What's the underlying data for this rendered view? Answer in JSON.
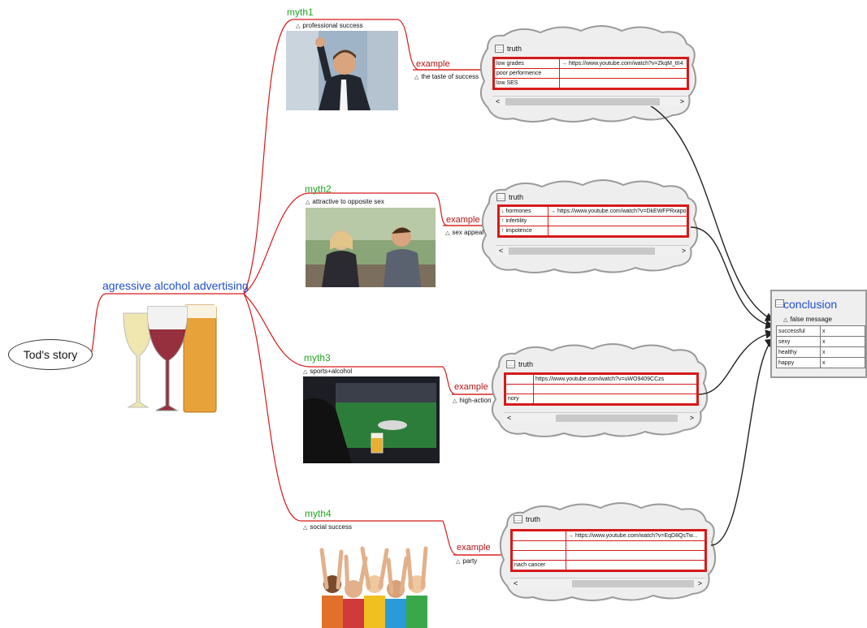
{
  "root": {
    "label": "Tod's story"
  },
  "topic": {
    "label": "agressive alcohol advertising"
  },
  "truth_label": "truth",
  "branches": [
    {
      "myth": "myth1",
      "subtitle": "professional success",
      "example": "example",
      "example_sub": "the taste of success",
      "rows": [
        [
          "low grades",
          "→ https://www.youtube.com/watch?v=ZkqM_tII4"
        ],
        [
          "poor performence",
          ""
        ],
        [
          "low SES",
          ""
        ]
      ]
    },
    {
      "myth": "myth2",
      "subtitle": "attractive to opposite sex",
      "example": "example",
      "example_sub": "sex appeal",
      "rows": [
        [
          "↓ hormones",
          "→ https://www.youtube.com/watch?v=DkEWFPRxapo"
        ],
        [
          "↑ infertility",
          ""
        ],
        [
          "↑ impotence",
          ""
        ]
      ]
    },
    {
      "myth": "myth3",
      "subtitle": "sports+alcohol",
      "example": "example",
      "example_sub": "high-action",
      "rows": [
        [
          "",
          "https://www.youtube.com/watch?v=uWO9409CCzs"
        ],
        [
          "",
          ""
        ],
        [
          "nory",
          ""
        ]
      ]
    },
    {
      "myth": "myth4",
      "subtitle": "social success",
      "example": "example",
      "example_sub": "party",
      "rows": [
        [
          "",
          "→ https://www.youtube.com/watch?v=EqD8QsTw..."
        ],
        [
          "",
          ""
        ],
        [
          "",
          ""
        ],
        [
          "nach cancer",
          ""
        ]
      ]
    }
  ],
  "conclusion": {
    "title": "conclusion",
    "subtitle": "false message",
    "rows": [
      [
        "successful",
        "x"
      ],
      [
        "sexy",
        "x"
      ],
      [
        "healthy",
        "x"
      ],
      [
        "happy",
        "x"
      ]
    ]
  },
  "colors": {
    "branch_line": "#d61a1a",
    "myth_text": "#22aa22",
    "topic_text": "#1f4fd1",
    "cloud_fill": "#eeeeee",
    "cloud_stroke": "#9a9a9a"
  },
  "icons": [
    "table-icon",
    "scroll-left-icon",
    "scroll-right-icon",
    "collapse-triangle-icon"
  ]
}
